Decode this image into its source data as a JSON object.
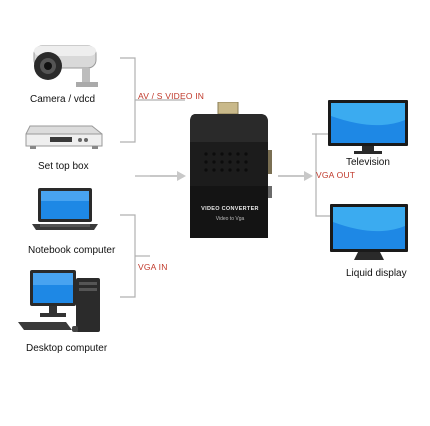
{
  "sources": [
    {
      "id": "camera",
      "label": "Camera / vdcd",
      "icon": "security-camera-icon"
    },
    {
      "id": "stb",
      "label": "Set top box",
      "icon": "set-top-box-icon"
    },
    {
      "id": "notebook",
      "label": "Notebook computer",
      "icon": "laptop-icon"
    },
    {
      "id": "desktop",
      "label": "Desktop computer",
      "icon": "desktop-computer-icon"
    }
  ],
  "inputs": {
    "av": "AV / S VIDEO IN",
    "vga": "VGA IN"
  },
  "converter": {
    "title": "VIDEO CONVERTER",
    "subtitle": "Video to Vga",
    "icon": "video-converter-box-icon"
  },
  "output": {
    "label": "VGA OUT"
  },
  "destinations": [
    {
      "id": "tv",
      "label": "Television",
      "icon": "television-icon"
    },
    {
      "id": "lcd",
      "label": "Liquid display",
      "icon": "lcd-monitor-icon"
    }
  ],
  "colors": {
    "accent_text": "#c0392b",
    "connector_line": "#aaaaaa",
    "screen_blue": "#1e88e5"
  }
}
